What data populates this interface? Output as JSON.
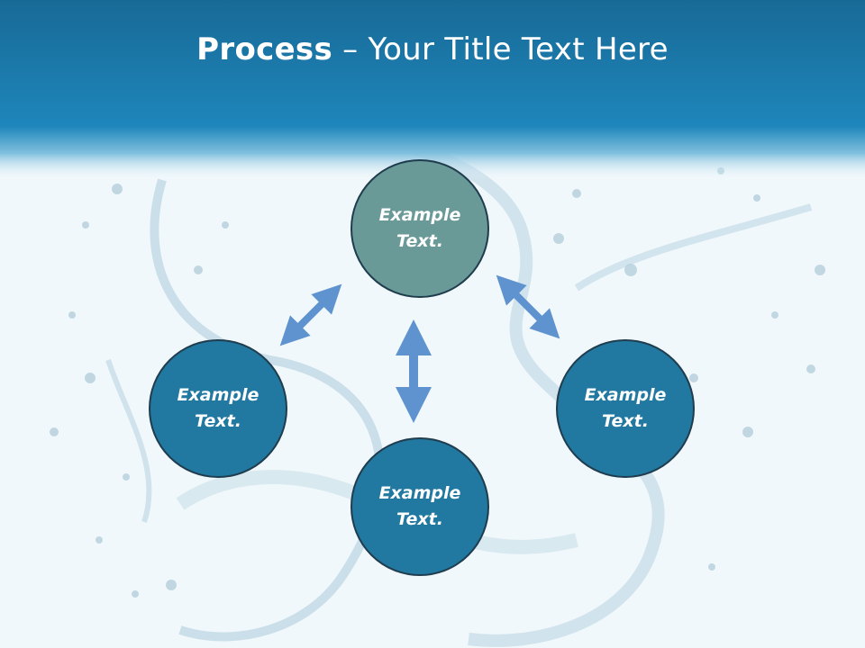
{
  "title": {
    "bold": "Process",
    "rest": " – Your Title Text Here"
  },
  "nodes": {
    "top": "Example Text.",
    "left": "Example Text.",
    "right": "Example Text.",
    "bottom": "Example Text."
  },
  "colors": {
    "header": "#1b7fb0",
    "node_top": "#6a9a98",
    "node_other": "#2178a0",
    "arrow": "#5f93cf"
  }
}
